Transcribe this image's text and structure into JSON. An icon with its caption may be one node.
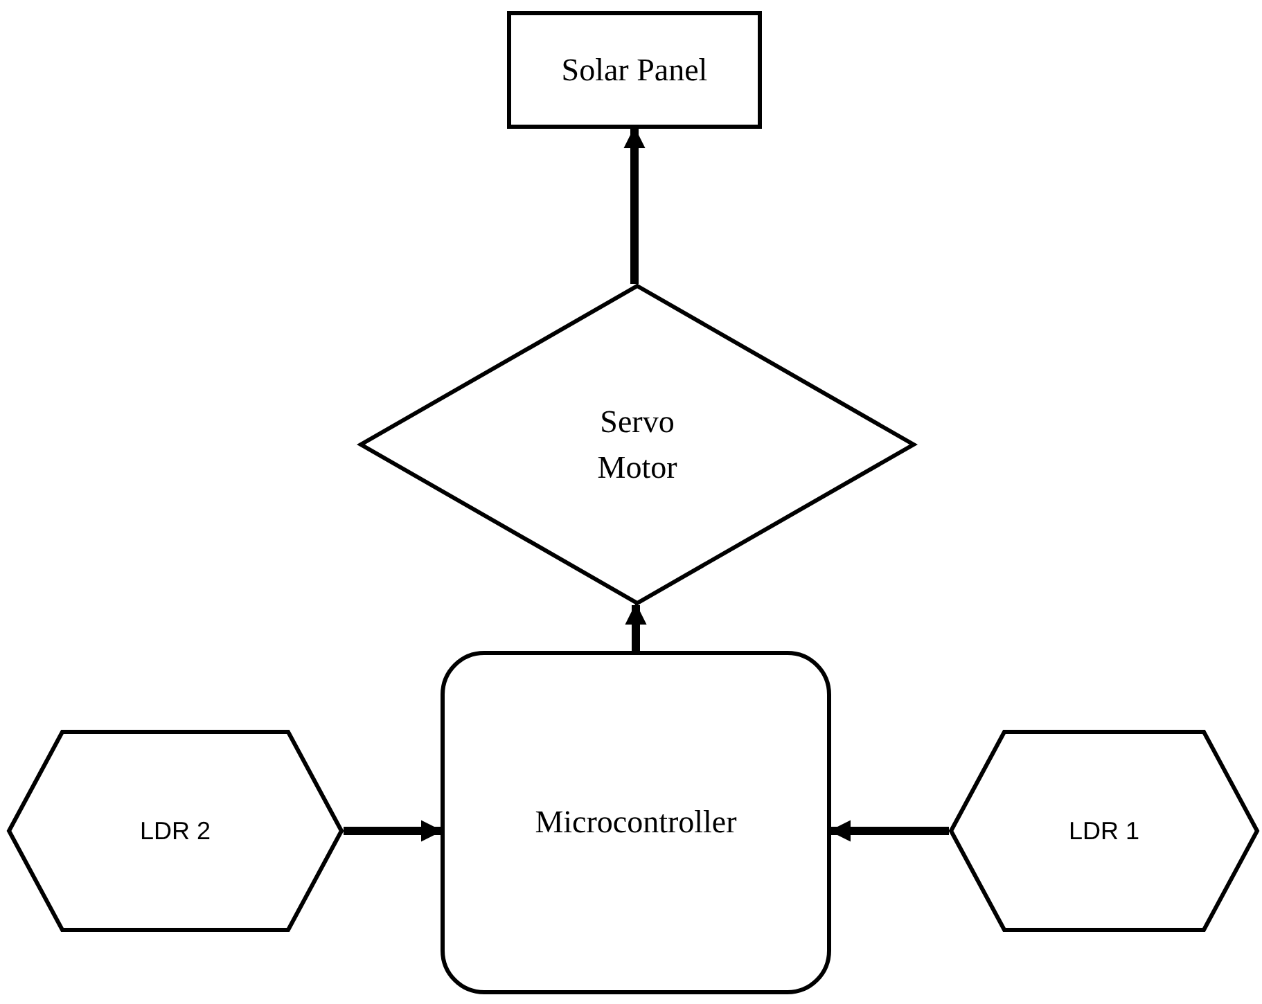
{
  "diagram": {
    "nodes": [
      {
        "text": [
          "Solar Panel"
        ]
      },
      {
        "text": [
          "Servo Motor"
        ]
      },
      {
        "text": [
          "Microcontroller"
        ]
      },
      {
        "text": [
          "LDR 2"
        ]
      },
      {
        "text": [
          "LDR 1"
        ]
      }
    ],
    "edges": [
      {
        "from": 2,
        "to": 1,
        "arrow": "to"
      },
      {
        "from": 1,
        "to": 0,
        "arrow": "to"
      },
      {
        "from": 3,
        "to": 2,
        "arrow": "to"
      },
      {
        "from": 4,
        "to": 2,
        "arrow": "to"
      }
    ]
  }
}
